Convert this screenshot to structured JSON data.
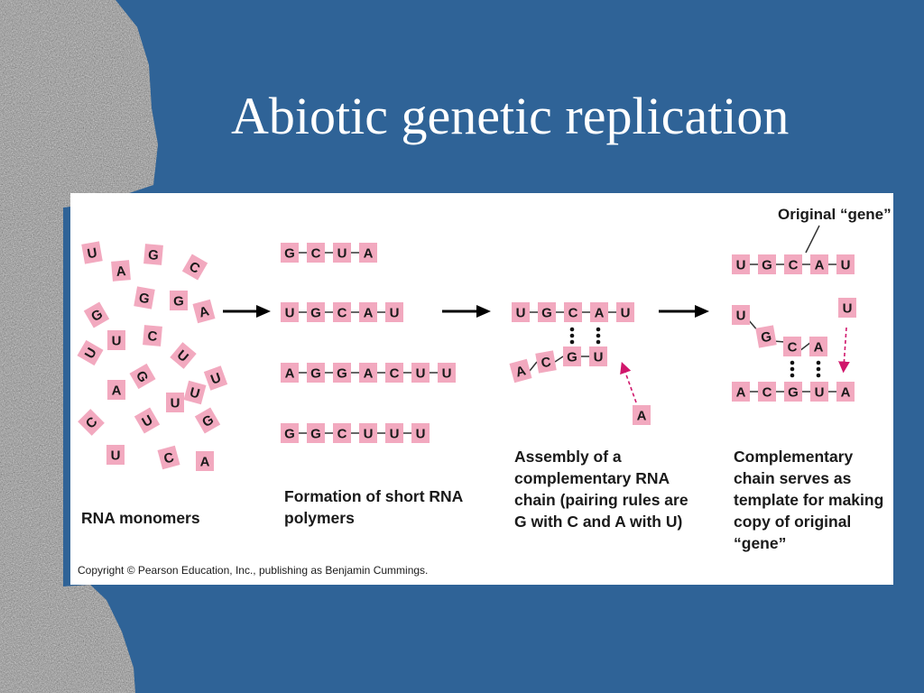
{
  "slide": {
    "title": "Abiotic genetic replication"
  },
  "figure": {
    "stage1": {
      "caption": "RNA monomers",
      "monomers": [
        "U",
        "A",
        "G",
        "C",
        "G",
        "G",
        "G",
        "A",
        "U",
        "U",
        "C",
        "U",
        "A",
        "G",
        "U",
        "U",
        "C",
        "U",
        "G",
        "U",
        "C",
        "A",
        "U"
      ]
    },
    "stage2": {
      "caption": "Formation of short RNA polymers",
      "chains": [
        [
          "G",
          "C",
          "U",
          "A"
        ],
        [
          "U",
          "G",
          "C",
          "A",
          "U"
        ],
        [
          "A",
          "G",
          "G",
          "A",
          "C",
          "U",
          "U"
        ],
        [
          "G",
          "G",
          "C",
          "U",
          "U",
          "U"
        ]
      ]
    },
    "stage3": {
      "caption": "Assembly of a complementary RNA chain (pairing rules are G with C and A with U)",
      "template": [
        "U",
        "G",
        "C",
        "A",
        "U"
      ],
      "complement": [
        "A",
        "C",
        "G",
        "U"
      ],
      "incoming": "A"
    },
    "stage4": {
      "label": "Original “gene”",
      "caption": "Complementary chain serves as template for making copy of original “gene”",
      "original": [
        "U",
        "G",
        "C",
        "A",
        "U"
      ],
      "new_strand": [
        "U",
        "G",
        "C",
        "A"
      ],
      "incoming": "U",
      "complement": [
        "A",
        "C",
        "G",
        "U",
        "A"
      ]
    },
    "copyright": "Copyright © Pearson Education, Inc., publishing as Benjamin Cummings.",
    "colors": {
      "tile": "#f2a9bf",
      "arrow_pink": "#d0166b",
      "arrow": "#000000"
    }
  }
}
